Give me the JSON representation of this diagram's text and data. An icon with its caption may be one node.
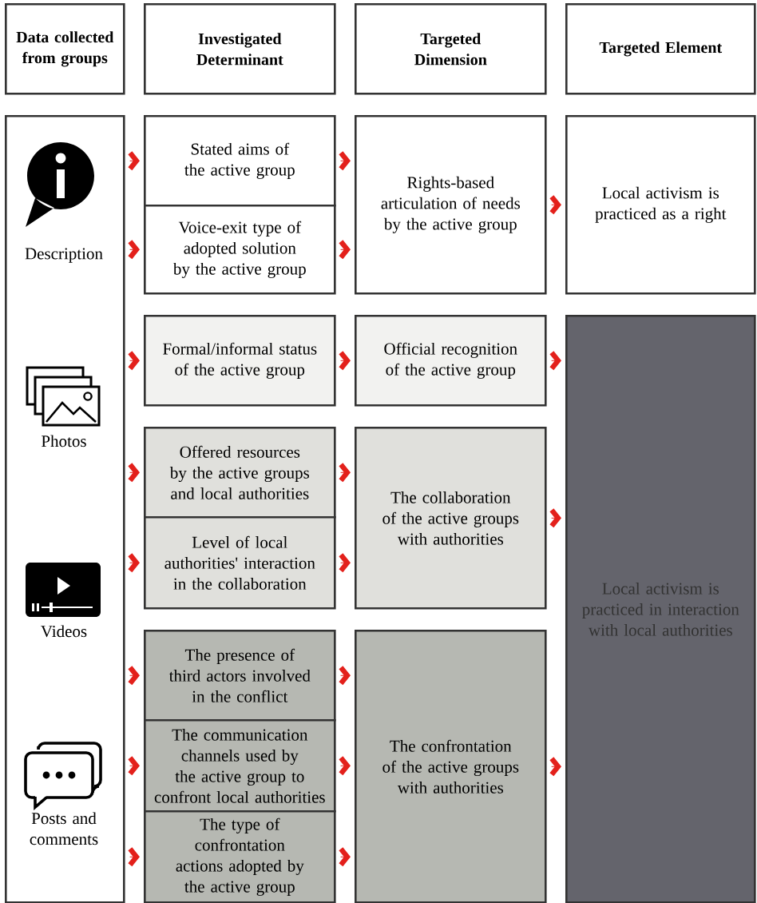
{
  "diagram": {
    "nodes": [
      {
        "text": [
          "Data collected from groups"
        ]
      },
      {
        "text": [
          "Investigated Determinant"
        ]
      },
      {
        "text": [
          "Targeted Dimension"
        ]
      },
      {
        "text": [
          "Targeted Element"
        ]
      },
      {
        "text": [],
        "shape": "box"
      },
      {
        "text": [
          "Description"
        ],
        "in": 4
      },
      {
        "text": [
          "Photos"
        ],
        "in": 4
      },
      {
        "text": [
          "Videos"
        ],
        "in": 4
      },
      {
        "text": [
          "Posts and comments"
        ],
        "in": 4
      },
      {
        "text": [
          "Stated aims of the active group"
        ]
      },
      {
        "text": [
          "Rights-based articulation of needs by the active group"
        ]
      },
      {
        "text": [
          "Local activism is practiced as a right"
        ]
      },
      {
        "text": [
          "Voice-exit type of adopted solution by the active group"
        ]
      },
      {
        "text": [
          "Formal/informal status of the active group"
        ]
      },
      {
        "text": [
          "Official recognition of the active group"
        ]
      },
      {
        "text": [
          "Local activism is practiced in interaction with local authorities"
        ]
      },
      {
        "text": [
          "Offered resources by the active groups and local authorities"
        ]
      },
      {
        "text": [
          "The collaboration of the active groups with authorities"
        ]
      },
      {
        "text": [
          "Level of local authorities' interaction in the collaboration"
        ]
      },
      {
        "text": [
          "The presence of third actors involved in the conflict"
        ]
      },
      {
        "text": [
          "The confrontation of the active groups with authorities"
        ]
      },
      {
        "text": [
          "The communication channels used by the active group to confront local authorities"
        ]
      },
      {
        "text": [
          "The type of confrontation actions adopted by the active group"
        ]
      }
    ],
    "edges": [
      {
        "from": 4,
        "to": 9,
        "arrow": "to"
      },
      {
        "from": 4,
        "to": 12,
        "arrow": "to"
      },
      {
        "from": 4,
        "to": 13,
        "arrow": "to"
      },
      {
        "from": 4,
        "to": 16,
        "arrow": "to"
      },
      {
        "from": 4,
        "to": 18,
        "arrow": "to"
      },
      {
        "from": 4,
        "to": 19,
        "arrow": "to"
      },
      {
        "from": 4,
        "to": 21,
        "arrow": "to"
      },
      {
        "from": 4,
        "to": 22,
        "arrow": "to"
      },
      {
        "from": 9,
        "to": 10,
        "arrow": "to"
      },
      {
        "from": 12,
        "to": 10,
        "arrow": "to"
      },
      {
        "from": 13,
        "to": 14,
        "arrow": "to"
      },
      {
        "from": 16,
        "to": 17,
        "arrow": "to"
      },
      {
        "from": 18,
        "to": 17,
        "arrow": "to"
      },
      {
        "from": 19,
        "to": 20,
        "arrow": "to"
      },
      {
        "from": 21,
        "to": 20,
        "arrow": "to"
      },
      {
        "from": 22,
        "to": 20,
        "arrow": "to"
      },
      {
        "from": 10,
        "to": 11,
        "arrow": "to"
      },
      {
        "from": 14,
        "to": 15,
        "arrow": "to"
      },
      {
        "from": 17,
        "to": 15,
        "arrow": "to"
      },
      {
        "from": 20,
        "to": 15,
        "arrow": "to"
      }
    ]
  }
}
